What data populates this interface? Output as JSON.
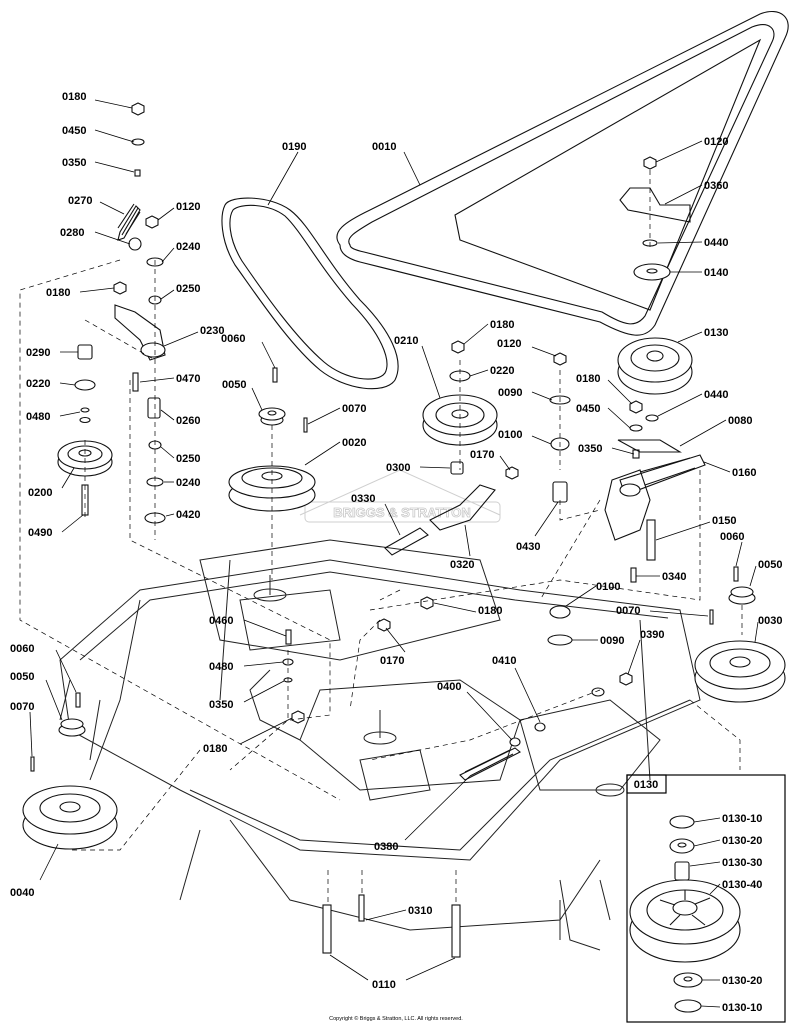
{
  "watermark": "BRIGGS & STRATTON",
  "copyright": "Copyright © Briggs & Stratton, LLC. All rights reserved.",
  "inset": {
    "title": "0130",
    "labels": [
      "0130-10",
      "0130-20",
      "0130-30",
      "0130-40",
      "0130-20",
      "0130-10"
    ]
  },
  "callouts": [
    "0180",
    "0450",
    "0350",
    "0270",
    "0120",
    "0280",
    "0240",
    "0180",
    "0250",
    "0230",
    "0290",
    "0220",
    "0470",
    "0480",
    "0260",
    "0250",
    "0200",
    "0240",
    "0420",
    "0490",
    "0190",
    "0010",
    "0060",
    "0050",
    "0070",
    "0020",
    "0210",
    "0180",
    "0220",
    "0120",
    "0090",
    "0100",
    "0300",
    "0170",
    "0330",
    "0320",
    "0430",
    "0120",
    "0360",
    "0440",
    "0140",
    "0130",
    "0180",
    "0450",
    "0440",
    "0080",
    "0350",
    "0160",
    "0150",
    "0060",
    "0050",
    "0340",
    "0100",
    "0070",
    "0030",
    "0090",
    "0390",
    "0180",
    "0170",
    "0460",
    "0480",
    "0350",
    "0180",
    "0410",
    "0400",
    "0380",
    "0060",
    "0050",
    "0070",
    "0040",
    "0310",
    "0110"
  ]
}
